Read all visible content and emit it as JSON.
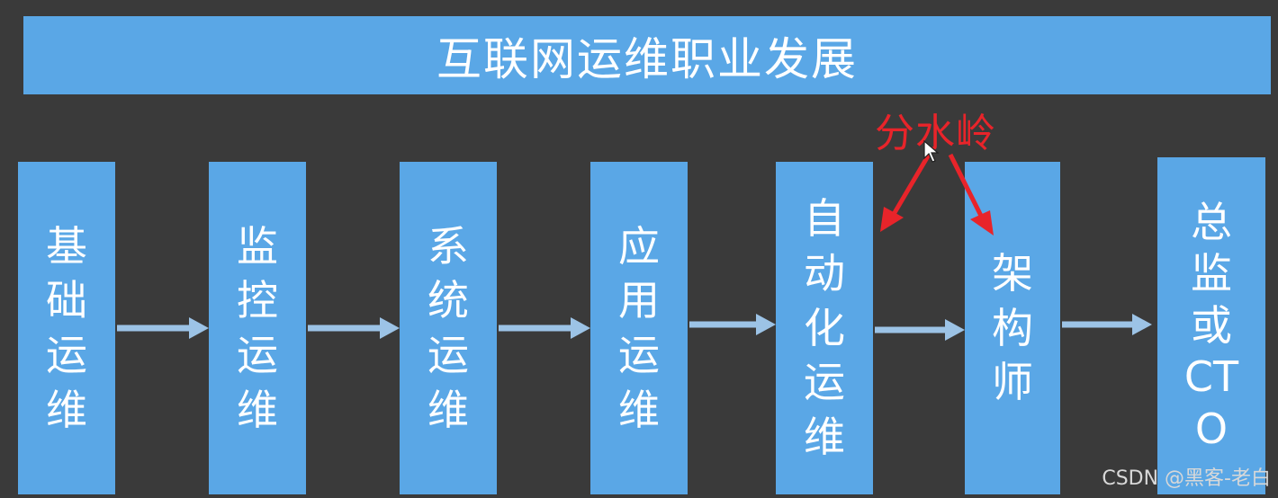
{
  "title": "互联网运维职业发展",
  "stages": [
    {
      "id": "basic",
      "label": "基础运维"
    },
    {
      "id": "monitoring",
      "label": "监控运维"
    },
    {
      "id": "system",
      "label": "系统运维"
    },
    {
      "id": "application",
      "label": "应用运维"
    },
    {
      "id": "automation",
      "label": "自动化运维"
    },
    {
      "id": "architect",
      "label": "架构师"
    },
    {
      "id": "director",
      "label": "总监或CTO"
    }
  ],
  "annotation": "分水岭",
  "watermark": "CSDN @黑客-老白",
  "colors": {
    "background": "#3a3a3a",
    "box": "#5aa7e6",
    "arrow": "#9cc3e6",
    "annotation": "#e8242a"
  }
}
